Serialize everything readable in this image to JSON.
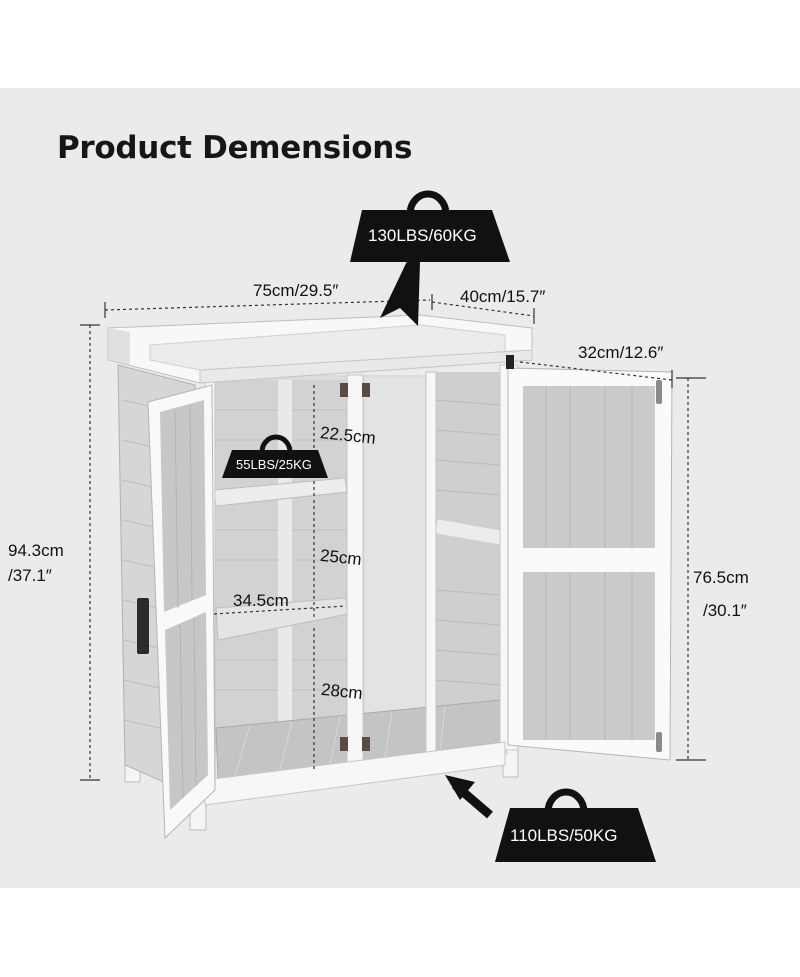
{
  "title": "Product Demensions",
  "weights": {
    "top": "130LBS/60KG",
    "shelf": "55LBS/25KG",
    "bottom": "110LBS/50KG"
  },
  "dimensions": {
    "width": "75cm/29.5″",
    "depth": "40cm/15.7″",
    "inner_depth": "32cm/12.6″",
    "height_cm": "94.3cm",
    "height_in": "/37.1″",
    "inner_height_cm": "76.5cm",
    "inner_height_in": "/30.1″",
    "shelf_gap_top": "22.5cm",
    "shelf_gap_mid": "25cm",
    "shelf_gap_bottom": "28cm",
    "shelf_width": "34.5cm"
  },
  "colors": {
    "panel_bg": "#ebebeb",
    "wood_white": "#f7f7f7",
    "wood_gray": "#c9c9c9",
    "badge": "#111111"
  }
}
